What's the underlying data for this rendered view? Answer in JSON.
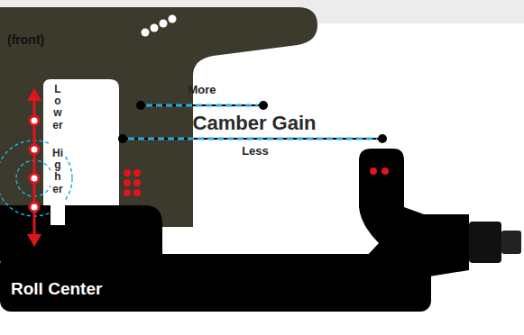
{
  "diagram": {
    "labels": [
      "(front)",
      "More",
      "Camber Gain",
      "Less",
      "Lower",
      "Higher",
      "Roll Center"
    ]
  }
}
